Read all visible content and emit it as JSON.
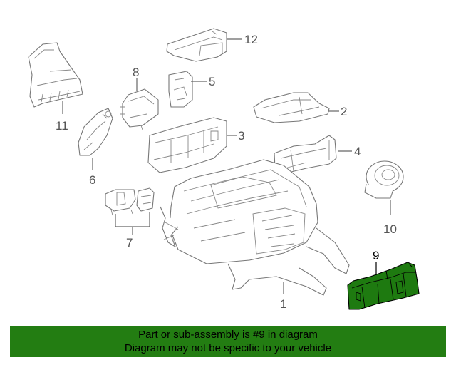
{
  "diagram": {
    "callouts": [
      {
        "id": "1",
        "label": "1"
      },
      {
        "id": "2",
        "label": "2"
      },
      {
        "id": "3",
        "label": "3"
      },
      {
        "id": "4",
        "label": "4"
      },
      {
        "id": "5",
        "label": "5"
      },
      {
        "id": "6",
        "label": "6"
      },
      {
        "id": "7",
        "label": "7"
      },
      {
        "id": "8",
        "label": "8"
      },
      {
        "id": "9",
        "label": "9",
        "highlighted": true
      },
      {
        "id": "10",
        "label": "10"
      },
      {
        "id": "11",
        "label": "11"
      },
      {
        "id": "12",
        "label": "12"
      }
    ]
  },
  "banner": {
    "line1": "Part or sub-assembly is #9 in diagram",
    "line2": "Diagram may not be specific to your vehicle"
  },
  "colors": {
    "highlight": "#1e7a10",
    "banner": "#237d12",
    "line": "#777777"
  }
}
